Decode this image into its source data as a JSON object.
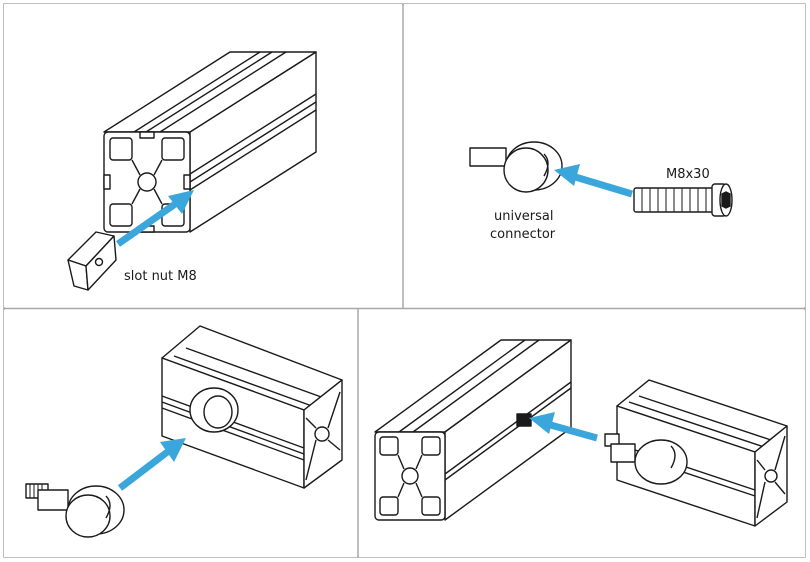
{
  "labels": {
    "slot_nut": "slot nut M8",
    "screw": "M8x30",
    "connector_line1": "universal",
    "connector_line2": "connector"
  },
  "colors": {
    "arrow": "#3aa6dc",
    "line": "#1a1a1a",
    "panel_border": "#a8a8a8",
    "background": "#ffffff"
  },
  "icons": [
    "aluminium-profile-icon",
    "slot-nut-icon",
    "universal-connector-icon",
    "screw-icon",
    "arrow-icon"
  ]
}
